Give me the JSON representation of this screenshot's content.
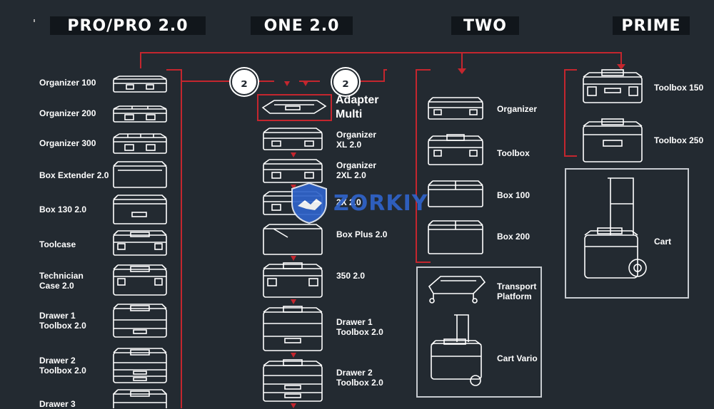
{
  "headers": [
    "PRO/PRO 2.0",
    "ONE 2.0",
    "TWO",
    "PRIME"
  ],
  "pro_items": [
    "Organizer 100",
    "Organizer 200",
    "Organizer 300",
    "Box Extender 2.0",
    "Box 130 2.0",
    "Toolcase",
    "Technician\nCase 2.0",
    "Drawer 1\nToolbox 2.0",
    "Drawer 2\nToolbox 2.0",
    "Drawer 3"
  ],
  "one_items": [
    "Adapter\nMulti",
    "Organizer\nXL 2.0",
    "Organizer\n2XL 2.0",
    "2X 2.0",
    "Box Plus 2.0",
    "350 2.0",
    "Drawer 1\nToolbox 2.0",
    "Drawer 2\nToolbox 2.0"
  ],
  "two_items": [
    "Organizer",
    "Toolbox",
    "Box 100",
    "Box 200"
  ],
  "two_transport": [
    "Transport\nPlatform",
    "Cart Vario"
  ],
  "prime_items": [
    "Toolbox 150",
    "Toolbox 250"
  ],
  "prime_cart": "Cart",
  "watermark": "ZORKIY",
  "colors": {
    "background": "#232a31",
    "accent": "#c4262e",
    "header_bg": "#11161b",
    "frame": "#c7cbd0"
  }
}
